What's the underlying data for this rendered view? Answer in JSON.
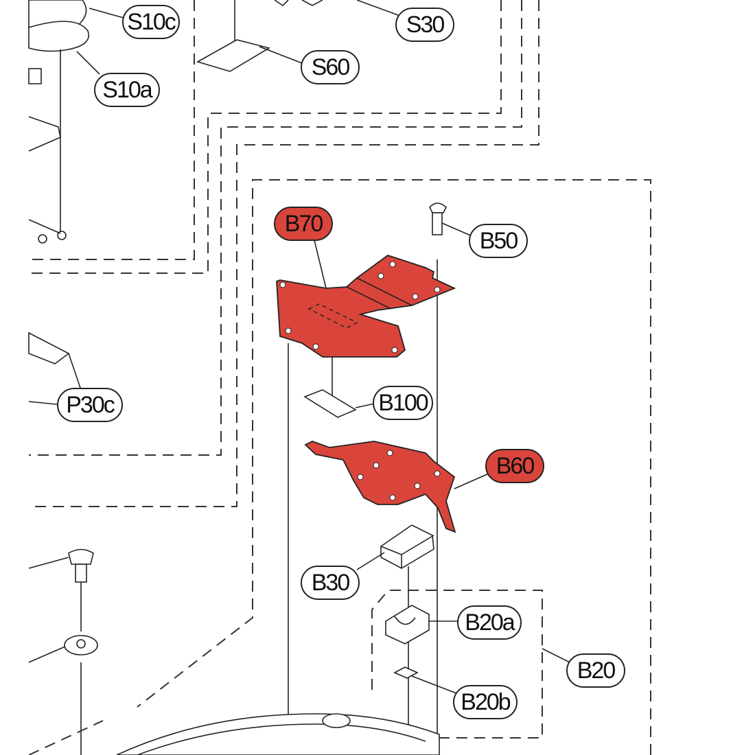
{
  "colors": {
    "highlight": "#d9453b",
    "line": "#222222",
    "background": "#ffffff"
  },
  "callouts": [
    {
      "id": "S10c",
      "label": "S10c",
      "highlighted": false
    },
    {
      "id": "S30",
      "label": "S30",
      "highlighted": false
    },
    {
      "id": "S60",
      "label": "S60",
      "highlighted": false
    },
    {
      "id": "S10a",
      "label": "S10a",
      "highlighted": false
    },
    {
      "id": "B70",
      "label": "B70",
      "highlighted": true
    },
    {
      "id": "B50",
      "label": "B50",
      "highlighted": false
    },
    {
      "id": "P30c",
      "label": "P30c",
      "highlighted": false
    },
    {
      "id": "B100",
      "label": "B100",
      "highlighted": false
    },
    {
      "id": "B60",
      "label": "B60",
      "highlighted": true
    },
    {
      "id": "B30",
      "label": "B30",
      "highlighted": false
    },
    {
      "id": "B20a",
      "label": "B20a",
      "highlighted": false
    },
    {
      "id": "B20",
      "label": "B20",
      "highlighted": false
    },
    {
      "id": "B20b",
      "label": "B20b",
      "highlighted": false
    }
  ]
}
